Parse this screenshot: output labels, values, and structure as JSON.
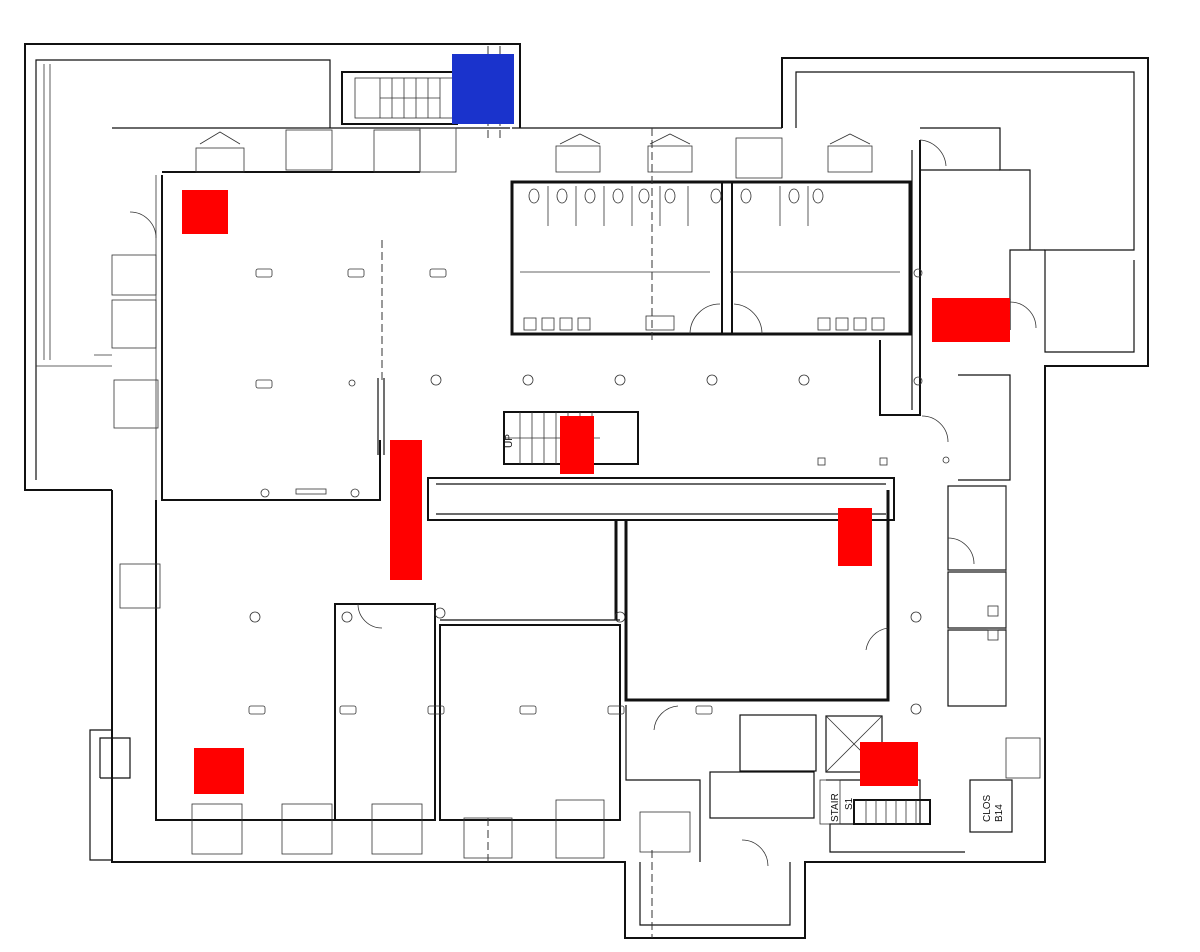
{
  "plan": {
    "labels": {
      "up_north": "UP",
      "up_center": "UP",
      "stair": "STAIR",
      "stair_id": "S1",
      "closet": "CLOS",
      "closet_id": "B14"
    },
    "colors": {
      "highlight_primary": "#1a33cc",
      "highlight_secondary": "#ff0000",
      "walls": "#111111",
      "background": "#ffffff"
    }
  }
}
